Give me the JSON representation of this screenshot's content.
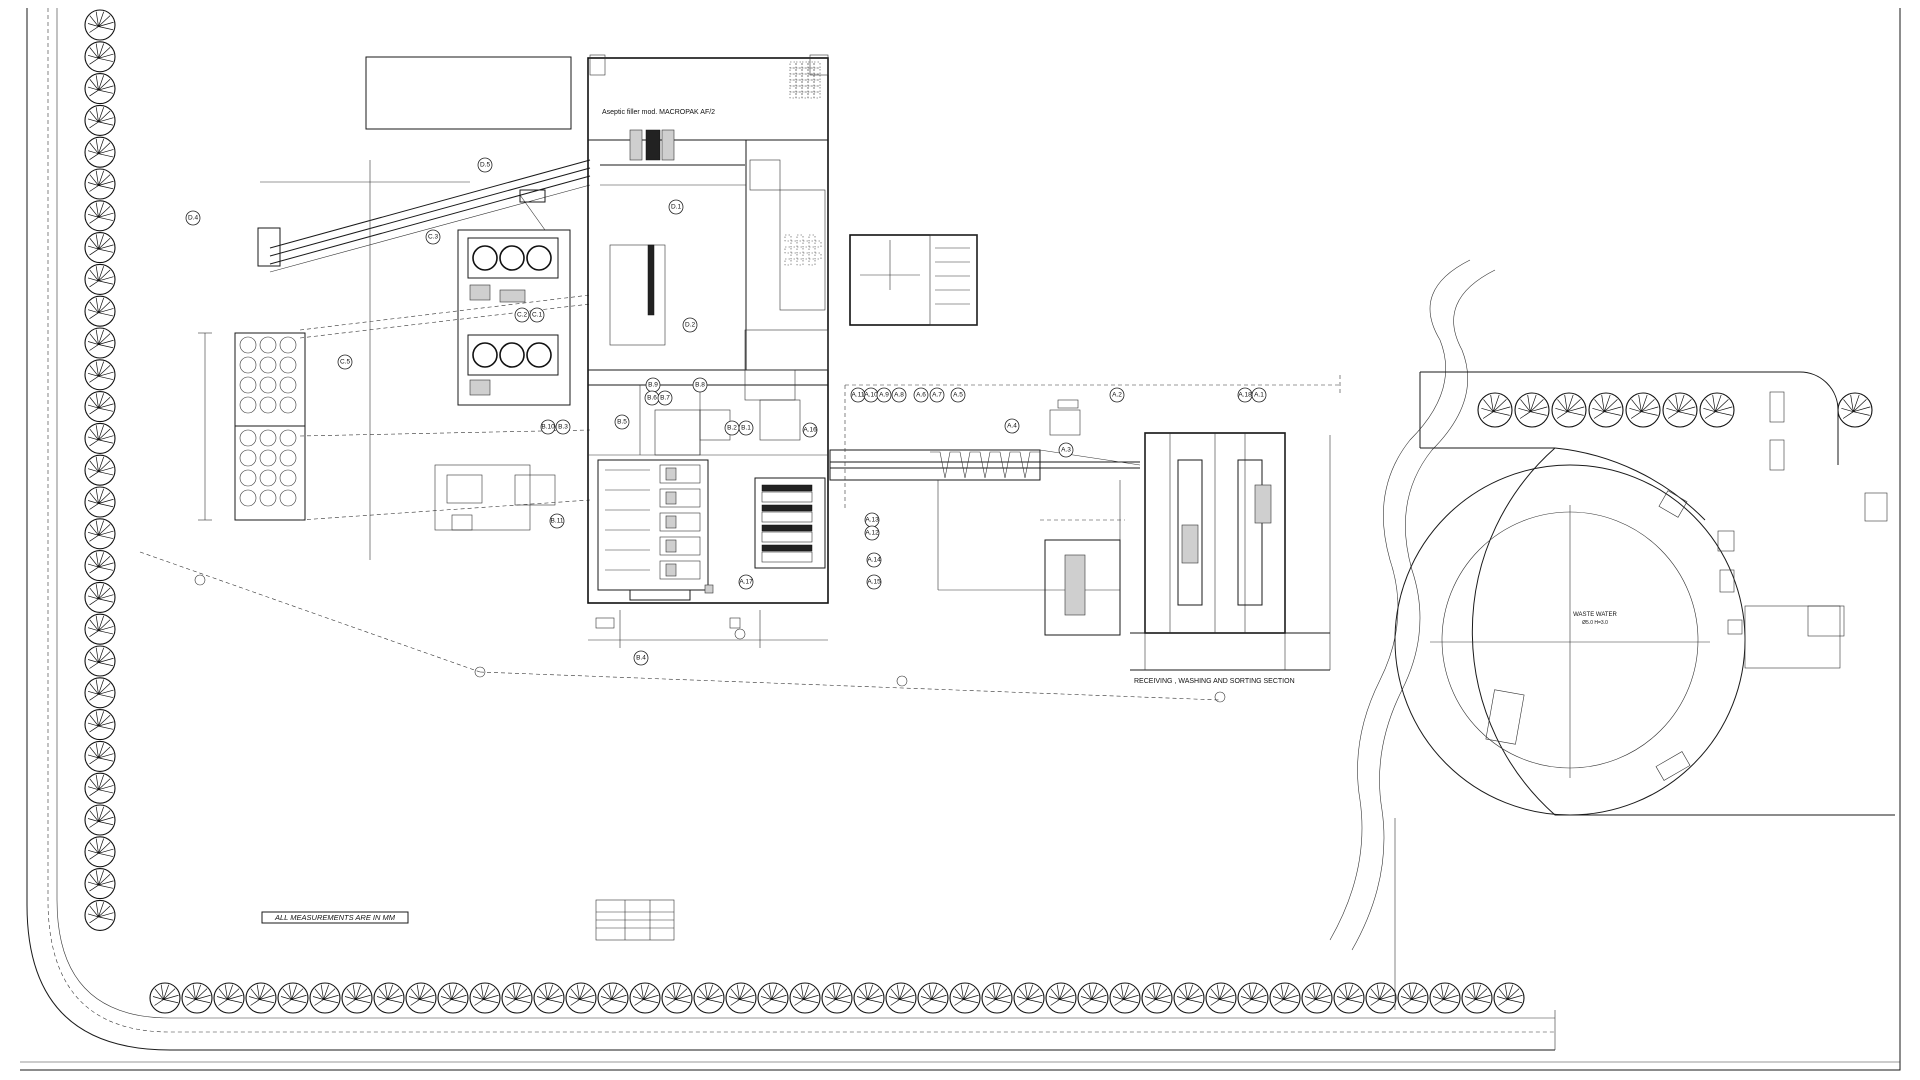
{
  "drawing": {
    "note_measurements": "ALL MEASUREMENTS ARE IN MM",
    "section_label": "RECEIVING , WASHING AND SORTING SECTION",
    "filler_label": "Aseptic filler mod. MACROPAK AF/2",
    "tank_label": "WASTE WATER",
    "tank_sublabel": "Ø5.0 H=3.0"
  },
  "tags": {
    "D1": "D.1",
    "D2": "D.2",
    "D4": "D.4",
    "D5": "D.5",
    "C1": "C.1",
    "C2": "C.2",
    "C3": "C.3",
    "C5": "C.5",
    "B1": "B.1",
    "B2": "B.2",
    "B3": "B.3",
    "B4": "B.4",
    "B5": "B.5",
    "B6": "B.6",
    "B7": "B.7",
    "B8": "B.8",
    "B9": "B.9",
    "B10": "B.10",
    "B11": "B.11",
    "A1": "A.1",
    "A2": "A.2",
    "A3": "A.3",
    "A4": "A.4",
    "A5": "A.5",
    "A6": "A.6",
    "A7": "A.7",
    "A8": "A.8",
    "A9": "A.9",
    "A10": "A.10",
    "A11": "A.11",
    "A12": "A.12",
    "A13": "A.13",
    "A14": "A.14",
    "A15": "A.15",
    "A16": "A.16",
    "A17": "A.17",
    "A18": "A.18"
  }
}
